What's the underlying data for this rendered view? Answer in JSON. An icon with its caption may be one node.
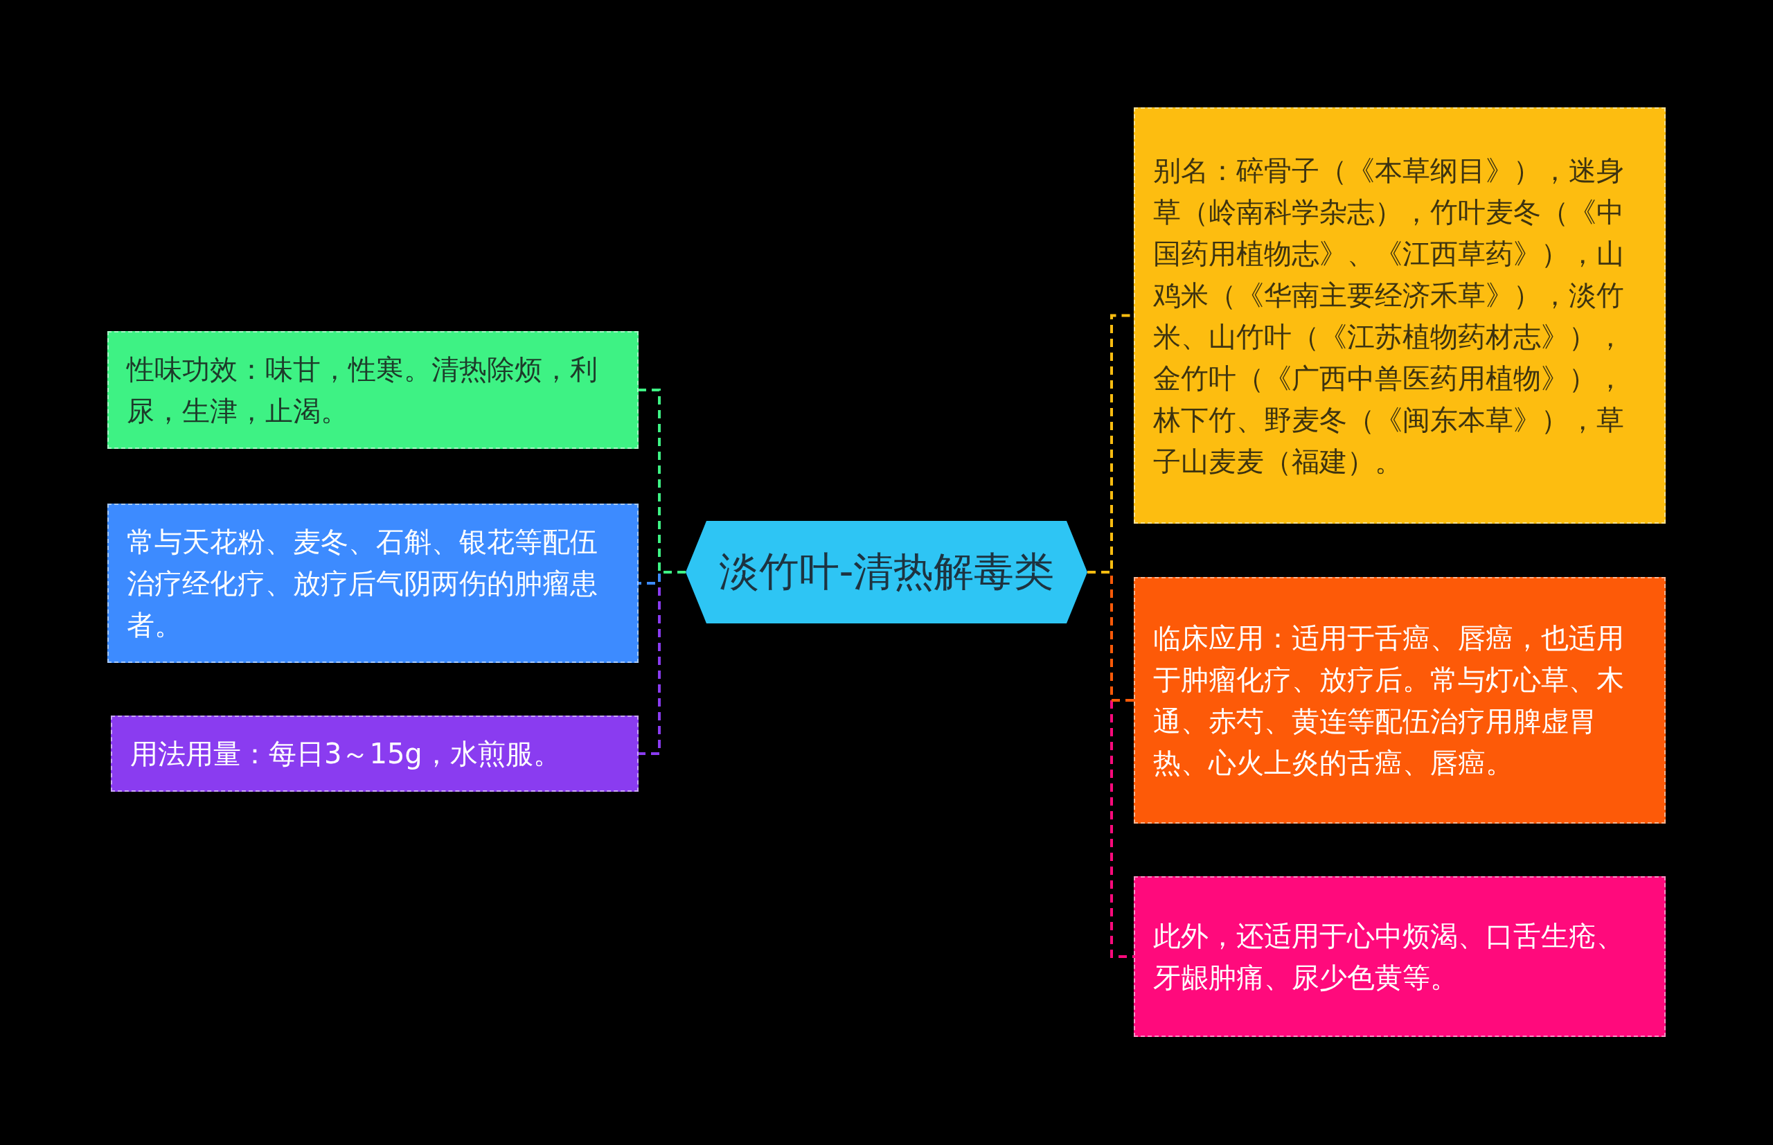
{
  "diagram": {
    "nodes": [
      {
        "text": [
          "淡竹叶-清热解毒类"
        ]
      },
      {
        "text": [
          "性味功效：味甘，性寒。清热除烦，利尿，生津，止渴。"
        ]
      },
      {
        "text": [
          "常与天花粉、麦冬、石斛、银花等配伍治疗经化疗、放疗后气阴两伤的肿瘤患者。"
        ]
      },
      {
        "text": [
          "用法用量：每日3～15g，水煎服。"
        ]
      },
      {
        "text": [
          "别名：碎骨子（《本草纲目》），迷身草（岭南科学杂志），竹叶麦冬（《中国药用植物志》、《江西草药》），山鸡米（《华南主要经济禾草》），淡竹米、山竹叶（《江苏植物药材志》），金竹叶（《广西中兽医药用植物》），林下竹、野麦冬（《闽东本草》），草子山麦麦（福建）。"
        ]
      },
      {
        "text": [
          "临床应用：适用于舌癌、唇癌，也适用于肿瘤化疗、放疗后。常与灯心草、木通、赤芍、黄连等配伍治疗用脾虚胃热、心火上炎的舌癌、唇癌。"
        ]
      },
      {
        "text": [
          "此外，还适用于心中烦渴、口舌生疮、牙龈肿痛、尿少色黄等。"
        ]
      }
    ],
    "edges": [
      {
        "from": 0,
        "to": 1,
        "arrow": "none",
        "style": "dashed",
        "color": "#3ef284"
      },
      {
        "from": 0,
        "to": 2,
        "arrow": "none",
        "style": "dashed",
        "color": "#3d8bff"
      },
      {
        "from": 0,
        "to": 3,
        "arrow": "none",
        "style": "dashed",
        "color": "#8a3cf0"
      },
      {
        "from": 0,
        "to": 4,
        "arrow": "none",
        "style": "dashed",
        "color": "#fdbd10"
      },
      {
        "from": 0,
        "to": 5,
        "arrow": "none",
        "style": "dashed",
        "color": "#fd5a08"
      },
      {
        "from": 0,
        "to": 6,
        "arrow": "none",
        "style": "dashed",
        "color": "#ff0a7c"
      }
    ]
  }
}
